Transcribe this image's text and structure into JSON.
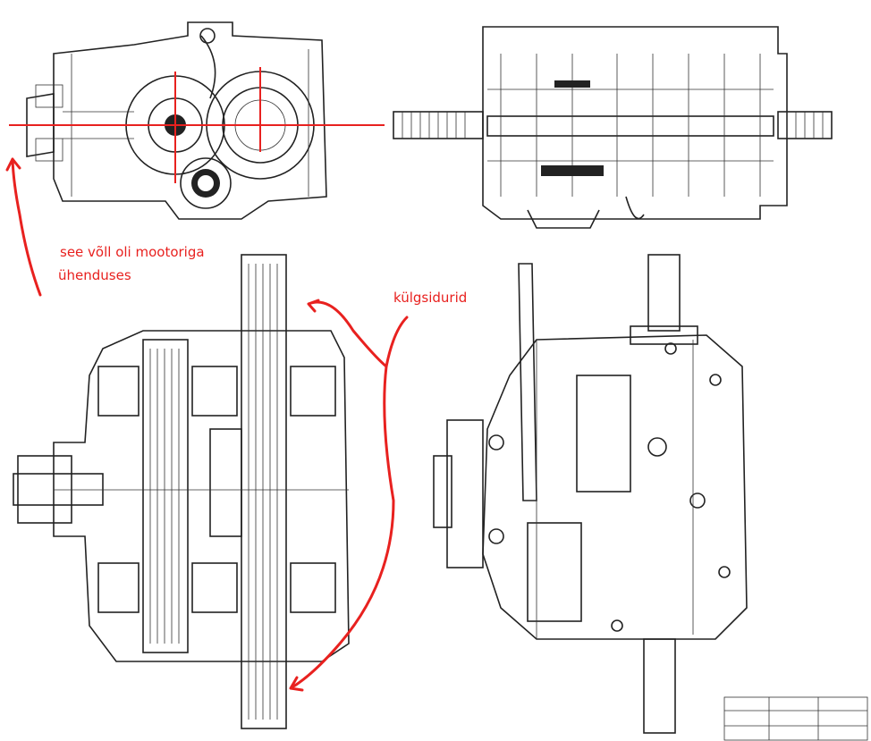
{
  "annotations": {
    "input_shaft_note_line1": "see võll oli mootoriga",
    "input_shaft_note_line2": "ühenduses",
    "side_clutches_note": "külgsidurid"
  },
  "colors": {
    "annotation": "#e8211f",
    "drawing": "#222222"
  }
}
